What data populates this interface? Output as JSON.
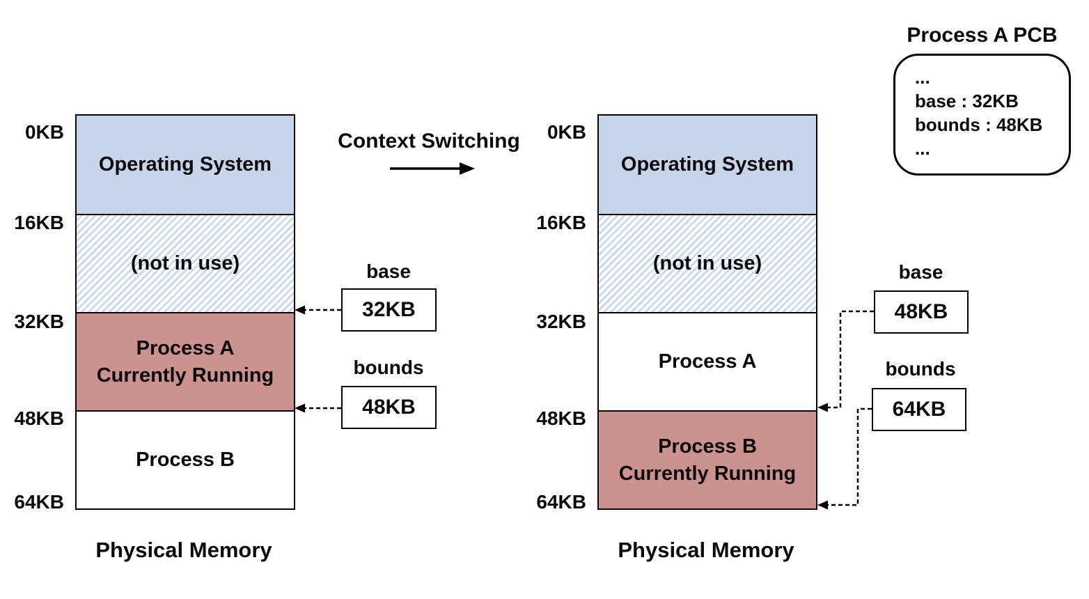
{
  "colors": {
    "os_fill": "#c7d5eb",
    "hatch_stripe": "#c9d9ef",
    "running_fill": "#cb928e",
    "line": "#000000",
    "text": "#0a0a0a"
  },
  "context_switch": {
    "label": "Context Switching"
  },
  "pcb": {
    "title": "Process A PCB",
    "lines": [
      "...",
      "base : 32KB",
      "bounds : 48KB",
      "..."
    ]
  },
  "left_diagram": {
    "caption": "Physical Memory",
    "ticks": [
      "0KB",
      "16KB",
      "32KB",
      "48KB",
      "64KB"
    ],
    "sections": [
      {
        "label": "Operating System",
        "sublabel": ""
      },
      {
        "label": "(not in use)",
        "sublabel": ""
      },
      {
        "label": "Process A",
        "sublabel": "Currently Running"
      },
      {
        "label": "Process B",
        "sublabel": ""
      }
    ],
    "base": {
      "name": "base",
      "value": "32KB"
    },
    "bounds": {
      "name": "bounds",
      "value": "48KB"
    }
  },
  "right_diagram": {
    "caption": "Physical Memory",
    "ticks": [
      "0KB",
      "16KB",
      "32KB",
      "48KB",
      "64KB"
    ],
    "sections": [
      {
        "label": "Operating System",
        "sublabel": ""
      },
      {
        "label": "(not in use)",
        "sublabel": ""
      },
      {
        "label": "Process A",
        "sublabel": ""
      },
      {
        "label": "Process B",
        "sublabel": "Currently Running"
      }
    ],
    "base": {
      "name": "base",
      "value": "48KB"
    },
    "bounds": {
      "name": "bounds",
      "value": "64KB"
    }
  }
}
